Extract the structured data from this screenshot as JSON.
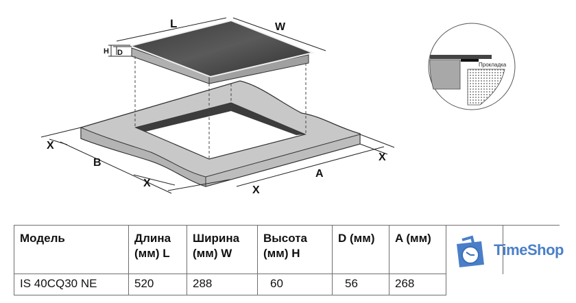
{
  "diagram": {
    "labels": {
      "L": "L",
      "W": "W",
      "H": "H",
      "D": "D",
      "B": "B",
      "A": "A",
      "X1": "X",
      "X2": "X",
      "X3": "X",
      "X4": "X"
    },
    "inset_label": "Прокладка"
  },
  "table": {
    "headers": [
      {
        "line1": "Модель",
        "line2": ""
      },
      {
        "line1": "Длина",
        "line2": "(мм) L"
      },
      {
        "line1": "Ширина",
        "line2": "(мм)  W"
      },
      {
        "line1": "Высота",
        "line2": "(мм)   H"
      },
      {
        "line1": "D (мм)",
        "line2": ""
      },
      {
        "line1": "A (мм)",
        "line2": ""
      }
    ],
    "rows": [
      {
        "model": "IS 40CQ30 NE",
        "length": "520",
        "width": "288",
        "height": "60",
        "d": "56",
        "a": "268"
      }
    ]
  },
  "watermark": {
    "brand": "TimeShop",
    "color": "#4a7fc8"
  }
}
